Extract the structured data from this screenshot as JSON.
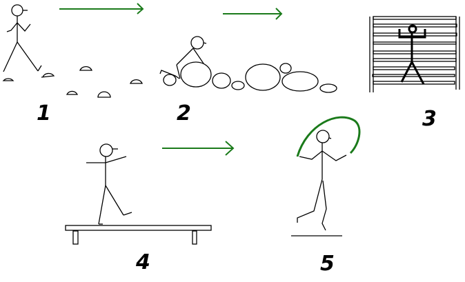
{
  "diagram": {
    "description": "Obstacle course exercise sequence with stick figures",
    "colors": {
      "line": "#000000",
      "arrow": "#1a7a1a",
      "background": "#ffffff"
    },
    "stations": [
      {
        "number": "1",
        "activity": "stepping over small mounds"
      },
      {
        "number": "2",
        "activity": "crawling over round obstacles"
      },
      {
        "number": "3",
        "activity": "climbing wall bars"
      },
      {
        "number": "4",
        "activity": "walking on balance bench"
      },
      {
        "number": "5",
        "activity": "jumping rope"
      }
    ],
    "arrows": [
      "arrow-1-to-2",
      "arrow-2-to-3",
      "arrow-4-to-5"
    ]
  }
}
